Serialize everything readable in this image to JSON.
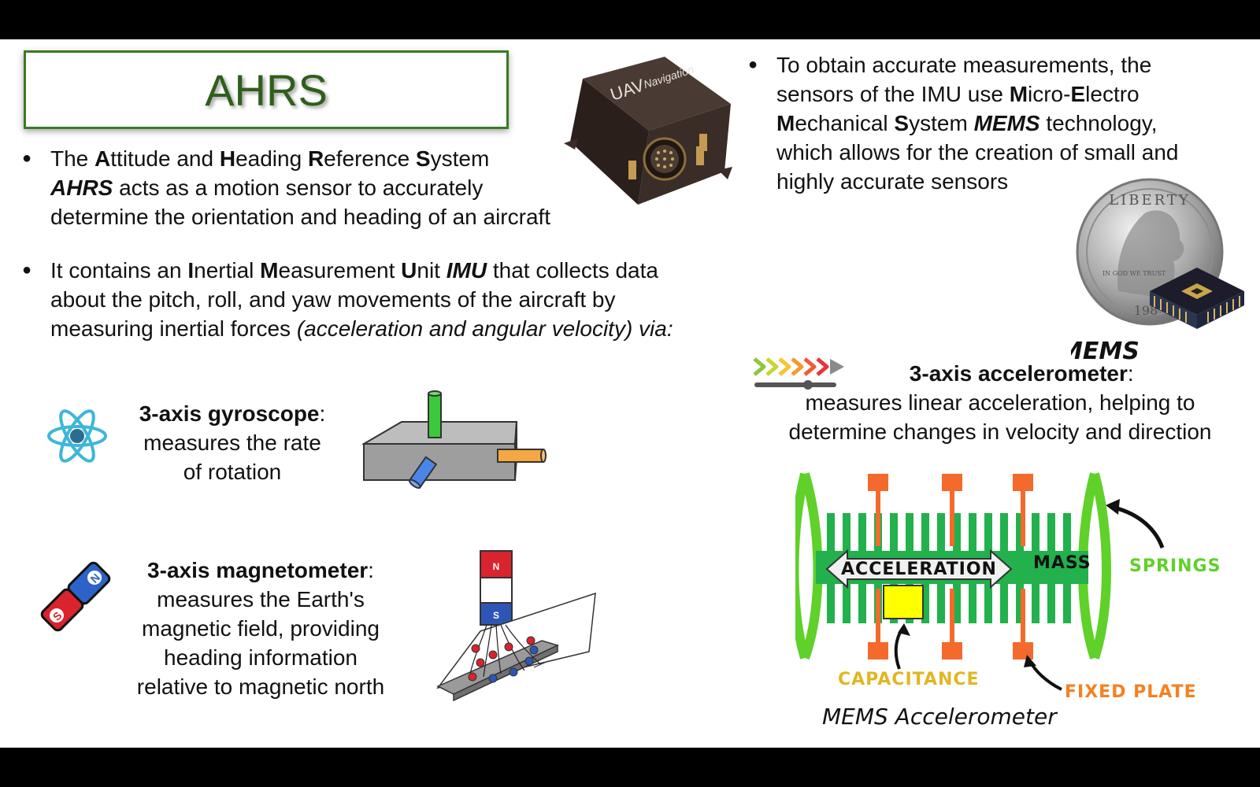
{
  "title": "AHRS",
  "bullets": {
    "ahrs": {
      "t1": "The ",
      "b1": "A",
      "t2": "ttitude and ",
      "b2": "H",
      "t3": "eading ",
      "b3": "R",
      "t4": "eference ",
      "b4": "S",
      "t5": "ystem",
      "acronym": "AHRS",
      "t6": " acts as a motion sensor to accurately",
      "t7": "determine the orientation and heading of an aircraft"
    },
    "imu": {
      "t1": "It contains an ",
      "b1": "I",
      "t2": "nertial ",
      "b2": "M",
      "t3": "easurement ",
      "b3": "U",
      "t4": "nit ",
      "acronym": "IMU",
      "t5": " that collects data",
      "t6": "about the pitch, roll, and yaw movements of the aircraft by",
      "t7": "measuring inertial forces ",
      "italic": "(acceleration and angular velocity) via:"
    },
    "mems": {
      "t1": "To obtain accurate measurements, the",
      "t2": "sensors of the IMU use ",
      "b1": "M",
      "t3": "icro-",
      "b2": "E",
      "t4": "lectro",
      "b3": "M",
      "t5": "echanical ",
      "b4": "S",
      "t6": "ystem ",
      "acronym": "MEMS",
      "t7": " technology,",
      "t8": "which allows for the creation of small and",
      "t9": "highly accurate sensors"
    }
  },
  "sensors": {
    "gyroscope": {
      "name": "3-axis gyroscope",
      "line1": "measures the rate",
      "line2": "of rotation"
    },
    "magnetometer": {
      "name": "3-axis magnetometer",
      "line1": "measures the Earth's",
      "line2": "magnetic field, providing",
      "line3": "heading information",
      "line4": "relative to magnetic north"
    },
    "accelerometer": {
      "name": "3-axis accelerometer",
      "line1": "measures linear acceleration, helping to",
      "line2": "determine changes in velocity and direction"
    }
  },
  "images": {
    "device_text1": "UAV",
    "device_text2": "Navigation",
    "mems_label": "MEMS",
    "coin_text1": "LIBERTY",
    "coin_text2": "198",
    "coin_text3": "IN GOD WE TRUST",
    "magnet_n": "N",
    "magnet_s": "S",
    "bar_n": "N",
    "bar_s": "S"
  },
  "diagram": {
    "acceleration": "ACCELERATION",
    "mass": "MASS",
    "springs": "SPRINGS",
    "capacitance": "CAPACITANCE",
    "fixed_plate": "FIXED PLATE",
    "caption": "MEMS Accelerometer"
  },
  "colors": {
    "title_green": "#2f5f1b",
    "springs_green": "#5fd12a",
    "capacitance_yellow": "#e2b623",
    "fixed_plate_orange": "#f58021",
    "comb_green": "#22b14c",
    "plate_orange": "#f46a2c"
  }
}
